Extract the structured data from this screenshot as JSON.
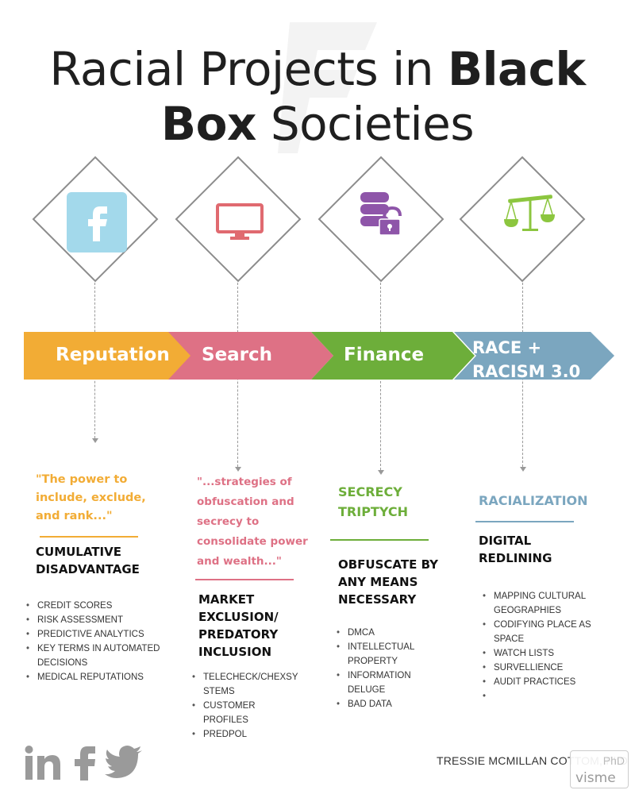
{
  "title": {
    "line1_regular": "Racial Projects in ",
    "line1_bold": "Black",
    "line2_bold": "Box",
    "line2_regular": " Societies"
  },
  "columns": [
    {
      "key": "reputation",
      "chevron": "Reputation",
      "chevron_color": "#F2AC35",
      "icon": "facebook-icon",
      "quote": [
        "\"The power to",
        "include, exclude,",
        "and rank...\""
      ],
      "quote_color": "#F2AC35",
      "heading": [
        "CUMULATIVE",
        "DISADVANTAGE"
      ],
      "bullets": [
        "CREDIT SCORES",
        "RISK ASSESSMENT",
        "PREDICTIVE ANALYTICS",
        "KEY TERMS IN AUTOMATED",
        "DECISIONS",
        "MEDICAL REPUTATIONS"
      ]
    },
    {
      "key": "search",
      "chevron": "Search",
      "chevron_color": "#DE7185",
      "icon": "monitor-icon",
      "quote": [
        "\"...strategies of",
        "obfuscation and",
        "secrecy to",
        "consolidate power",
        "and wealth...\""
      ],
      "quote_color": "#DE7185",
      "heading": [
        "MARKET",
        "EXCLUSION/",
        "PREDATORY",
        "INCLUSION"
      ],
      "bullets": [
        "TELECHECK/CHEXSY",
        "STEMS",
        "CUSTOMER",
        "PROFILES",
        "PREDPOL"
      ]
    },
    {
      "key": "finance",
      "chevron": "Finance",
      "chevron_color": "#6DAE3A",
      "icon": "database-lock-icon",
      "quote": [
        "SECRECY",
        "TRIPTYCH"
      ],
      "quote_color": "#6DAE3A",
      "heading": [
        "OBFUSCATE BY",
        "ANY MEANS",
        "NECESSARY"
      ],
      "bullets": [
        "DMCA",
        "INTELLECTUAL",
        "PROPERTY",
        "INFORMATION",
        "DELUGE",
        "BAD DATA"
      ]
    },
    {
      "key": "race",
      "chevron": [
        "RACE +",
        "RACISM 3.0"
      ],
      "chevron_color": "#7BA6BF",
      "icon": "scales-icon",
      "quote": [
        "RACIALIZATION"
      ],
      "quote_color": "#7BA6BF",
      "heading": [
        "DIGITAL",
        "REDLINING"
      ],
      "bullets": [
        "MAPPING CULTURAL",
        "GEOGRAPHIES",
        "CODIFYING PLACE AS",
        "SPACE",
        "WATCH LISTS",
        "SURVELLIENCE",
        "AUDIT PRACTICES",
        ""
      ]
    }
  ],
  "footer": {
    "author": "TRESSIE MCMILLAN COTTOM, PhD",
    "badge": "visme",
    "social": [
      "linkedin-icon",
      "facebook-icon",
      "twitter-icon"
    ]
  }
}
